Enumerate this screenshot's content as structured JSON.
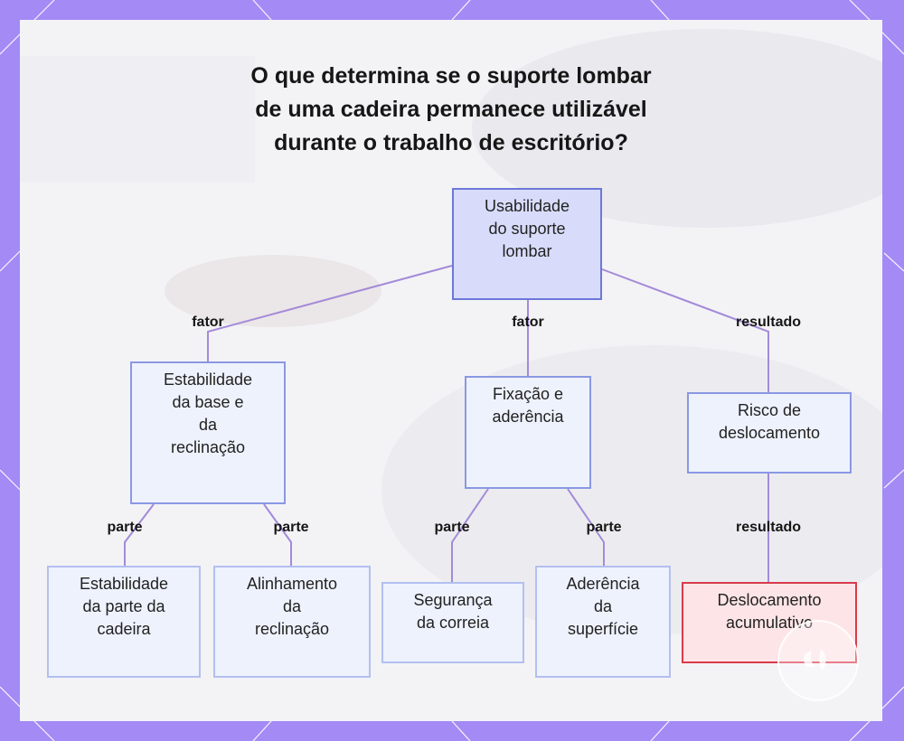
{
  "title": {
    "lines": [
      "O que determina se o suporte lombar",
      "de uma cadeira permanece utilizável",
      "durante o trabalho de escritório?"
    ]
  },
  "nodes": {
    "root": [
      "Usabilidade",
      "do suporte",
      "lombar"
    ],
    "base": [
      "Estabilidade",
      "da base e",
      "da",
      "reclinação"
    ],
    "fixacao": [
      "Fixação e",
      "aderência"
    ],
    "risco": [
      "Risco de",
      "deslocamento"
    ],
    "estab_parte": [
      "Estabilidade",
      "da parte da",
      "cadeira"
    ],
    "alinhamento": [
      "Alinhamento",
      "da",
      "reclinação"
    ],
    "seguranca": [
      "Segurança",
      "da correia"
    ],
    "aderencia": [
      "Aderência",
      "da",
      "superfície"
    ],
    "deslocamento": [
      "Deslocamento",
      "acumulativo"
    ]
  },
  "edge_labels": {
    "root_base": "fator",
    "root_fixacao": "fator",
    "root_risco": "resultado",
    "base_estab": "parte",
    "base_alinh": "parte",
    "fix_seg": "parte",
    "fix_ader": "parte",
    "risco_desl": "resultado"
  },
  "colors": {
    "frame": "#a48af5",
    "edge": "#a48ad8",
    "node_fill": "#eef2fd",
    "root_fill": "#d8dcfa",
    "alert_fill": "#fde4e6",
    "alert_border": "#d93a4c"
  }
}
